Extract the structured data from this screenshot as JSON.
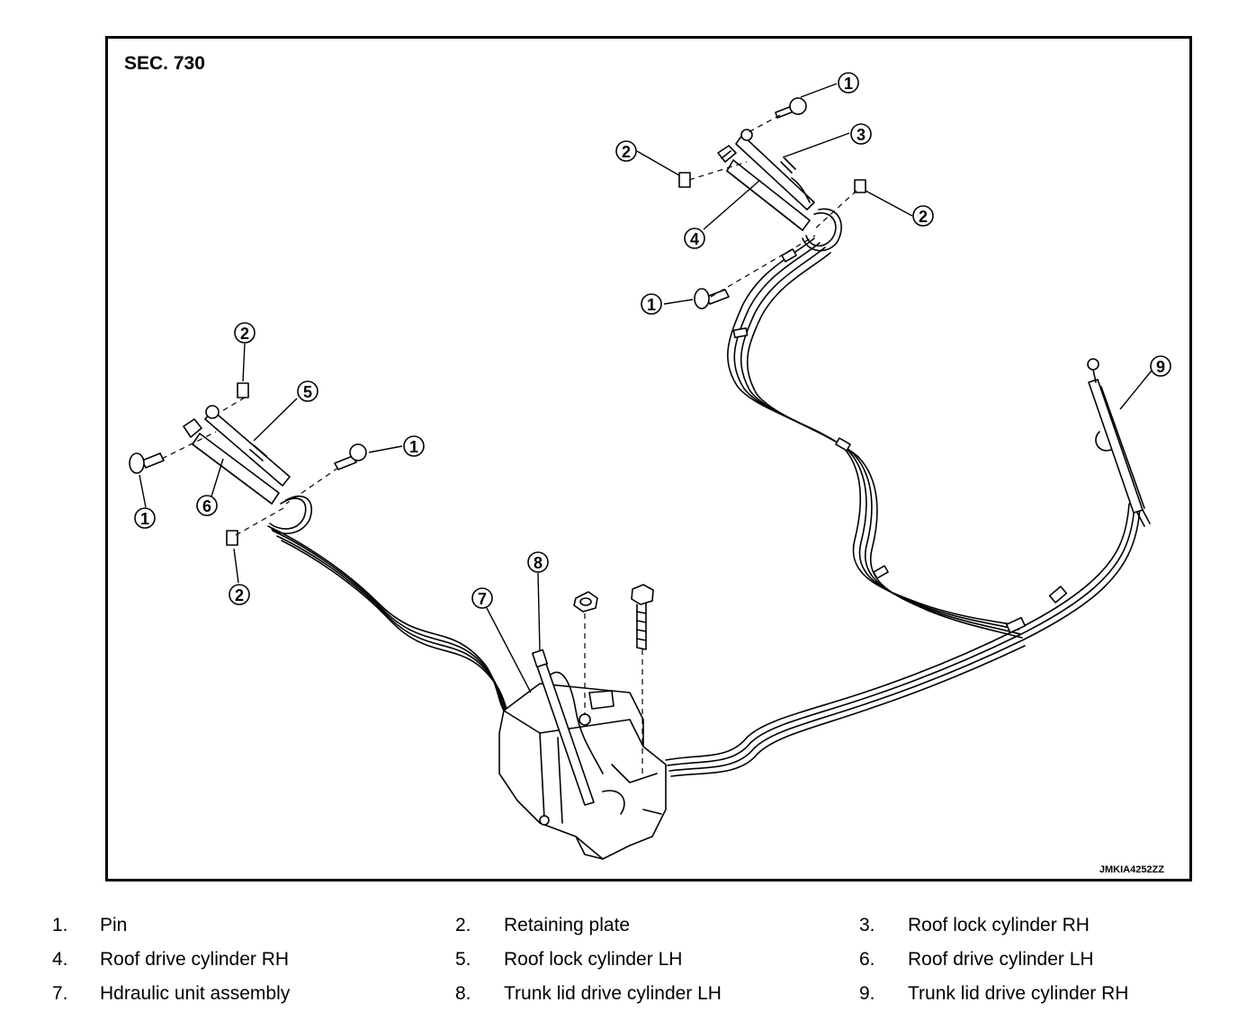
{
  "section_label": "SEC. 730",
  "figure_code": "JMKIA4252ZZ",
  "callouts": [
    "1",
    "2",
    "3",
    "4",
    "5",
    "6",
    "7",
    "8",
    "9"
  ],
  "legend": [
    {
      "num": "1.",
      "text": "Pin"
    },
    {
      "num": "2.",
      "text": "Retaining plate"
    },
    {
      "num": "3.",
      "text": "Roof lock cylinder RH"
    },
    {
      "num": "4.",
      "text": "Roof drive cylinder RH"
    },
    {
      "num": "5.",
      "text": "Roof lock cylinder LH"
    },
    {
      "num": "6.",
      "text": "Roof drive cylinder LH"
    },
    {
      "num": "7.",
      "text": "Hdraulic unit assembly"
    },
    {
      "num": "8.",
      "text": "Trunk lid drive cylinder LH"
    },
    {
      "num": "9.",
      "text": "Trunk lid drive cylinder RH"
    }
  ]
}
